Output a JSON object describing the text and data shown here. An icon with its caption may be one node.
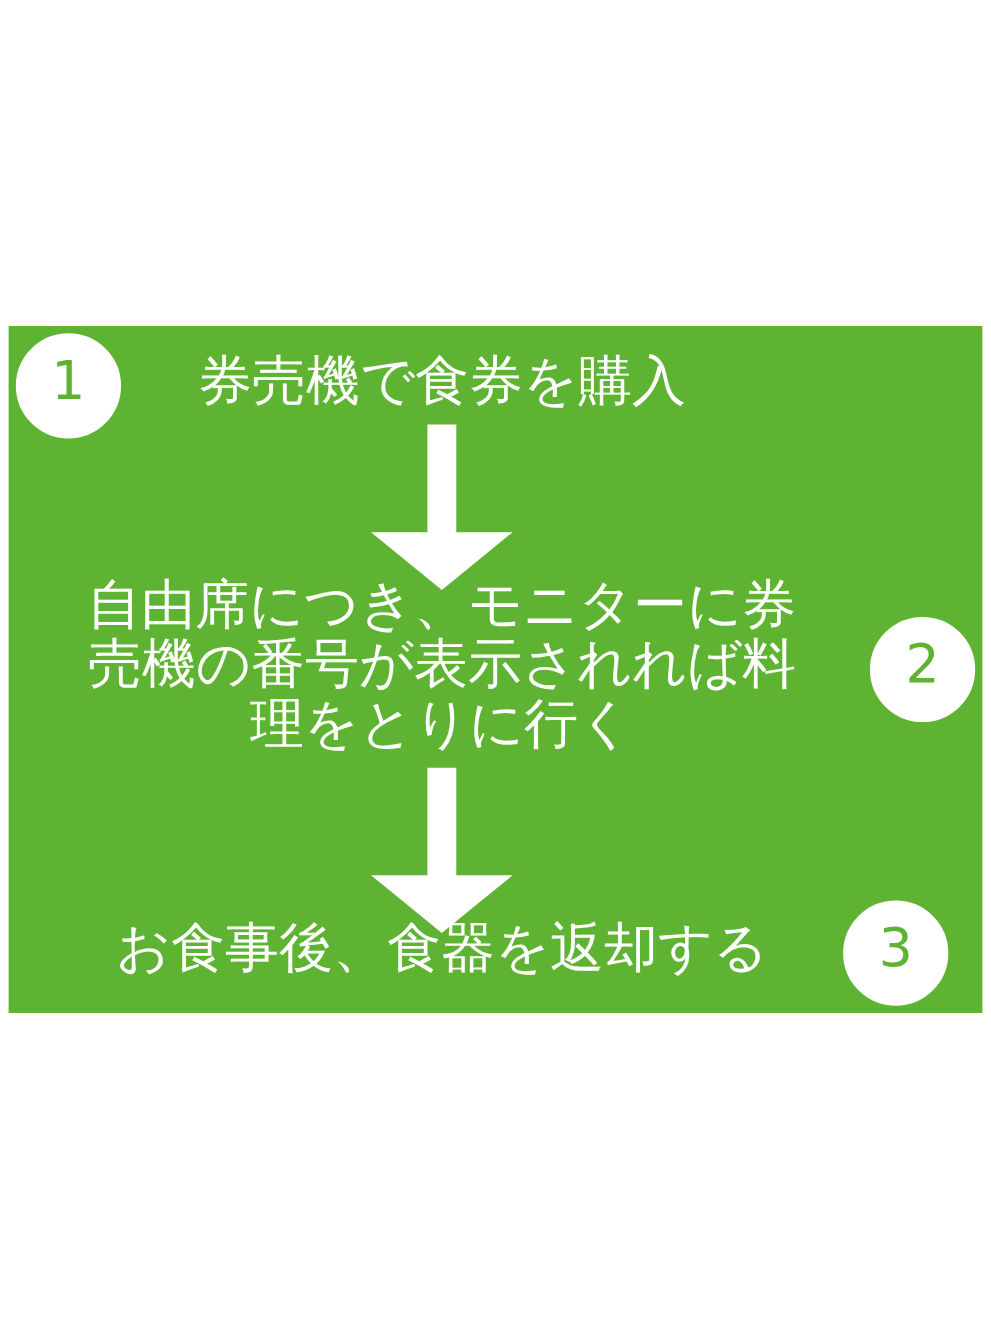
{
  "diagram": {
    "nodes": [
      {
        "text": [
          "1"
        ]
      },
      {
        "text": [
          "券売機で食券を購入"
        ]
      },
      {
        "text": [
          "2"
        ]
      },
      {
        "text": [
          "自由席につき、モニターに券売機の番号が表示されれば料理をとりに行く"
        ]
      },
      {
        "text": [
          "3"
        ]
      },
      {
        "text": [
          "お食事後、食器を返却する"
        ]
      }
    ],
    "edges": [
      {
        "from": 1,
        "to": 3,
        "arrow": "to"
      },
      {
        "from": 3,
        "to": 5,
        "arrow": "to"
      }
    ]
  }
}
